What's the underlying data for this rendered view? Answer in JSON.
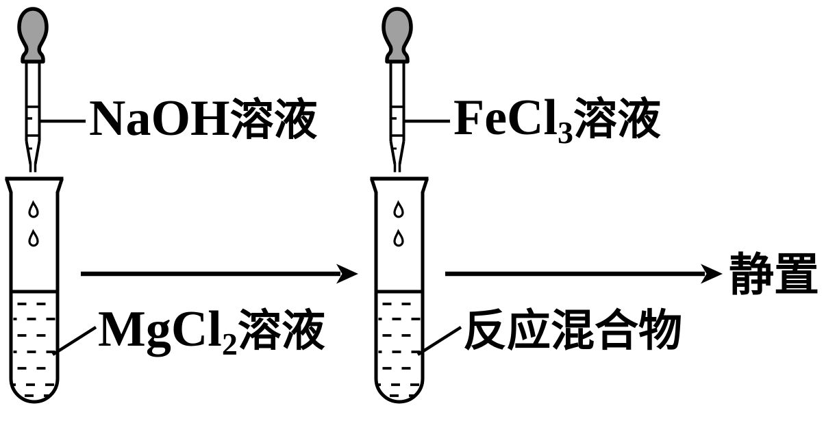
{
  "colors": {
    "ink": "#000000",
    "bulb-fill": "#a0a0a0",
    "paper": "#ffffff"
  },
  "labels": {
    "naoh_solution": {
      "latin": "NaOH",
      "cjk_suffix": "溶液"
    },
    "fecl3_solution": {
      "latin": "FeCl",
      "subscript": "3",
      "cjk_suffix": "溶液"
    },
    "mgcl2_solution": {
      "latin": "MgCl",
      "subscript": "2",
      "cjk_suffix": "溶液"
    },
    "reaction_mixture": {
      "text": "反应混合物"
    },
    "final_step": {
      "text": "静置"
    }
  }
}
